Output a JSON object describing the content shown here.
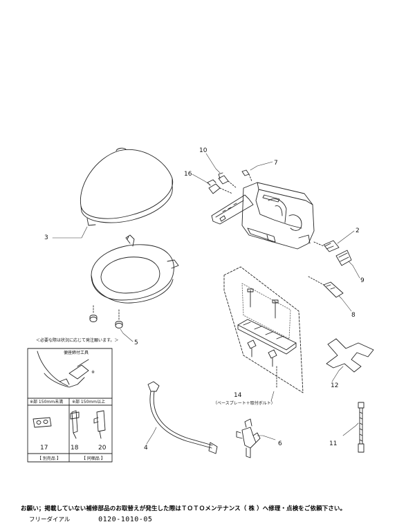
{
  "parts": {
    "p2": "2",
    "p3": "3",
    "p4": "4",
    "p5": "5",
    "p6": "6",
    "p7": "7",
    "p8": "8",
    "p9": "9",
    "p10": "10",
    "p11": "11",
    "p12": "12",
    "p14": "14",
    "p16": "16"
  },
  "base_plate_note": "（ベースプレート＋取付ボルト）",
  "inset": {
    "header": "＜必要な際は状況に応じて発注願います。＞",
    "tool_label": "便座締付工具",
    "mark": "※",
    "cond_under": "※部 150mm未満",
    "cond_over": "※部 150mm以上",
    "part17": "17",
    "part18": "18",
    "part20": "20",
    "sold_separately": "【 別売品 】",
    "included": "【 同梱品 】"
  },
  "footer": {
    "request": "お願い；掲載していない補修部品のお取替えが発生した際はＴＯＴＯメンテナンス（ 株 ）へ修理・点検をご依頼下さい。",
    "freedial_label": "フリーダイアル",
    "freedial_number": "0120-1010-05"
  }
}
